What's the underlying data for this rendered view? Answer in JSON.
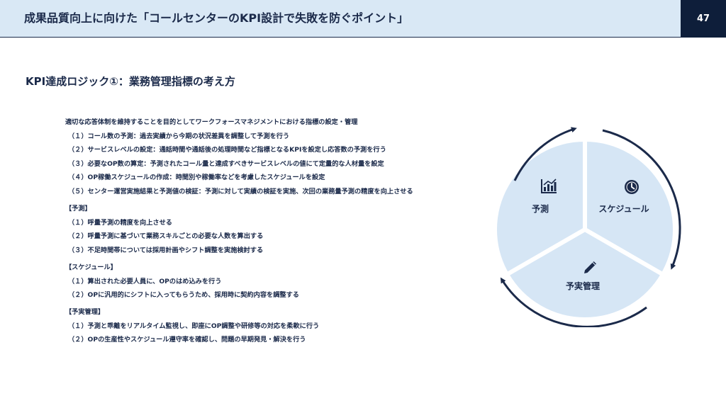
{
  "header": {
    "title": "成果品質向上に向けた「コールセンターのKPI設計で失敗を防ぐポイント」",
    "page_number": "47"
  },
  "section_title": "KPI達成ロジック①：業務管理指標の考え方",
  "intro": {
    "heading": "適切な応答体制を維持することを目的としてワークフォースマネジメントにおける指標の設定・管理",
    "items": [
      "（１）コール数の予測：過去実績から今期の状況差異を調整して予測を行う",
      "（２）サービスレベルの設定：通話時間や通話後の処理時間など指標となるKPIを設定し応答数の予測を行う",
      "（３）必要なOP数の算定：予測されたコール量と達成すべきサービスレベルの値にて定量的な人材量を設定",
      "（４）OP稼働スケジュールの作成：時間別や稼働率などを考慮したスケジュールを設定",
      "（５）センター運営実施結果と予測値の検証：予測に対して実績の検証を実施、次回の業務量予測の精度を向上させる"
    ]
  },
  "forecast": {
    "heading": "【予測】",
    "items": [
      "（１）呼量予測の精度を向上させる",
      "（２）呼量予測に基づいて業務スキルごとの必要な人数を算出する",
      "（３）不足時間帯については採用計画やシフト調整を実施検討する"
    ]
  },
  "schedule": {
    "heading": "【スケジュール】",
    "items": [
      "（１）算出された必要人員に、OPのはめ込みを行う",
      "（２）OPに汎用的にシフトに入ってもらうため、採用時に契約内容を調整する"
    ]
  },
  "actual_management": {
    "heading": "【予実管理】",
    "items": [
      "（１）予測と乖離をリアルタイム監視し、即座にOP調整や研修等の対応を柔軟に行う",
      "（２）OPの生産性やスケジュール遵守率を確認し、問題の早期発見・解決を行う"
    ]
  },
  "diagram": {
    "segments": [
      {
        "label": "予測",
        "icon": "chart-icon"
      },
      {
        "label": "スケジュール",
        "icon": "clock-icon"
      },
      {
        "label": "予実管理",
        "icon": "pencil-icon"
      }
    ],
    "colors": {
      "segment_fill": "#d6e6f5",
      "arrow": "#1b2a4a"
    }
  }
}
